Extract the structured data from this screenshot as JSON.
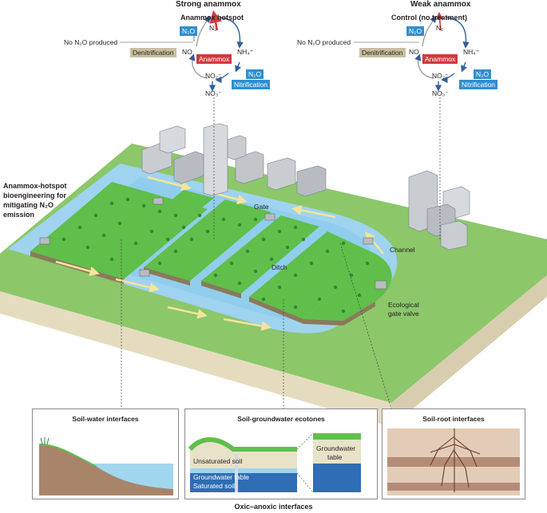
{
  "headings": {
    "left": "Strong anammox",
    "right": "Weak anammox",
    "left_sub": "Anammox hotspot",
    "right_sub": "Control (no treatment)"
  },
  "cycle_left": {
    "no_n2o": "No N₂O produced",
    "n2o": "N₂O",
    "n2": "N₂",
    "no": "NO",
    "nh4": "NH₄⁺",
    "anammox": "Anammox",
    "denitrification": "Denitrification",
    "n2o_nit": "N₂O",
    "nitrification": "Nitrification",
    "no2": "NO₂⁻",
    "no3": "NO₃⁻"
  },
  "cycle_right": {
    "no_n2o": "No N₂O produced",
    "n2o": "N₂O",
    "n2": "N₂",
    "no": "NO",
    "nh4": "NH₄⁺",
    "anammox": "Anammox",
    "denitrification": "Denitrification",
    "n2o_nit": "N₂O",
    "nitrification": "Nitrification",
    "no2": "NO₂⁻",
    "no3": "NO₃⁻"
  },
  "landscape": {
    "side_title_1": "Anammox-hotspot",
    "side_title_2": "bioengineering for",
    "side_title_3": "mitigating N₂O",
    "side_title_4": "emission",
    "gate": "Gate",
    "ditch": "Ditch",
    "channel": "Channel",
    "valve_1": "Ecological",
    "valve_2": "gate valve"
  },
  "panels": {
    "left_title": "Soil-water interfaces",
    "mid_title": "Soil-groundwater ecotones",
    "right_title": "Soil-root interfaces",
    "unsaturated": "Unsaturated soil",
    "gw_table": "Groundwater table",
    "saturated": "Saturated soil",
    "gw_inset_1": "Groundwater",
    "gw_inset_2": "table"
  },
  "footer": "Oxic–anoxic interfaces",
  "colors": {
    "grass": "#8cc76a",
    "field": "#5fbf4a",
    "water": "#9fd3ef",
    "soil_side": "#e5dcc0",
    "arrow": "#f3e49a",
    "anammox_red": "#d03a3c",
    "n2o_blue": "#2f8fd1",
    "denit_tan": "#c9bfa0"
  }
}
